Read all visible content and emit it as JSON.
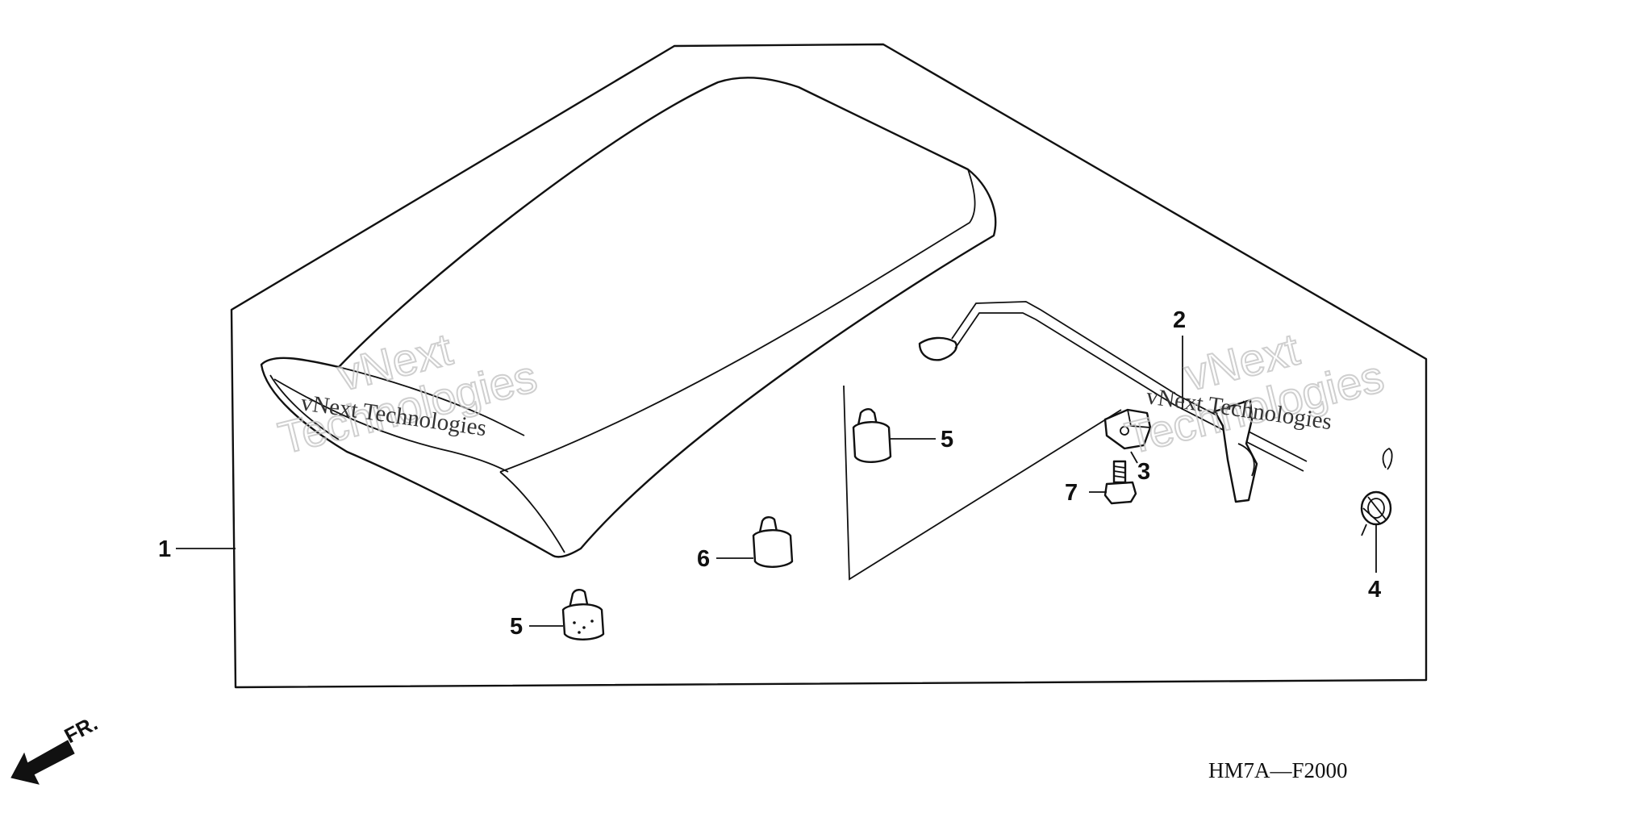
{
  "callouts": {
    "seat": "1",
    "rod": "2",
    "bolt_a": "3",
    "spring": "4",
    "cushion_upper": "5",
    "cushion_lower": "5",
    "cushion_mid": "6",
    "bolt_b": "7"
  },
  "diagram_code": "HM7A—F2000",
  "front_indicator": "FR.",
  "watermark": {
    "line1": "vNext",
    "line2": "Technologies",
    "small": "vNext Technologies"
  },
  "colors": {
    "ink": "#111111",
    "watermark": "#c4c4c4",
    "background": "#ffffff"
  }
}
